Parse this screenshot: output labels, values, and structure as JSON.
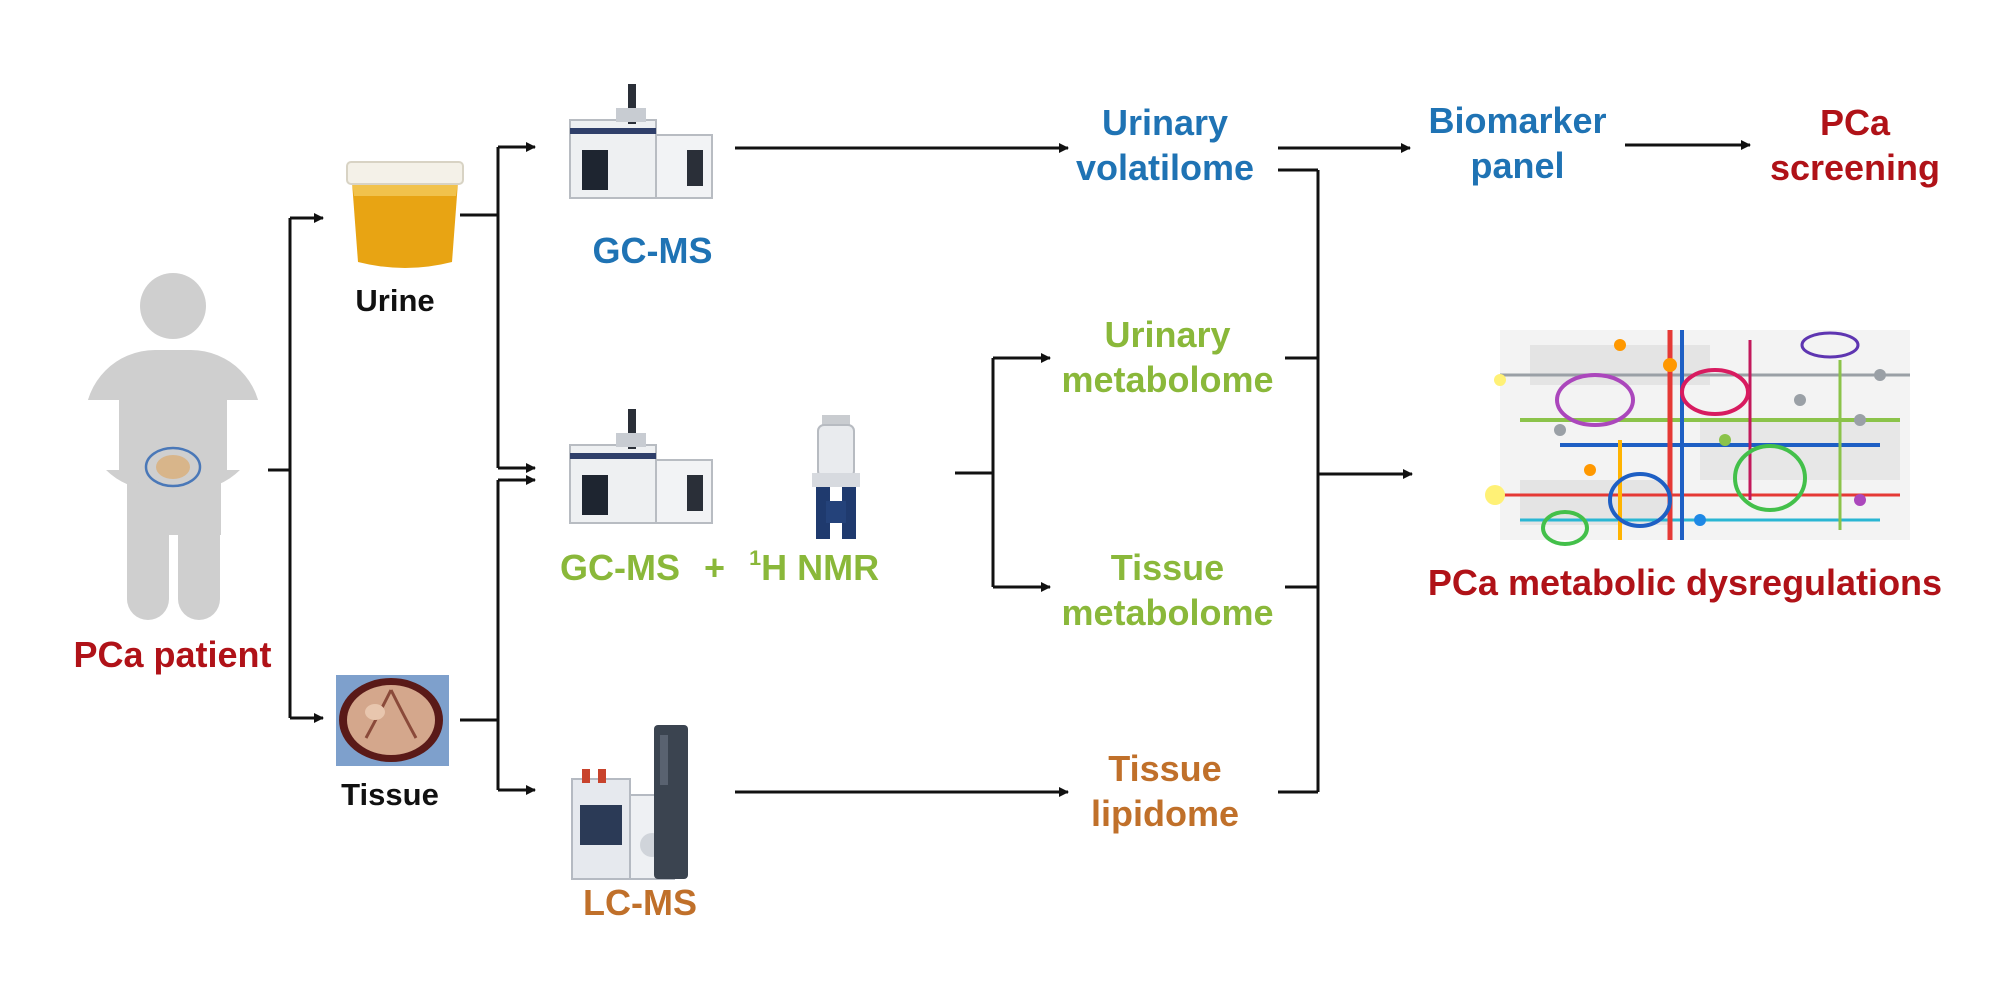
{
  "patient": {
    "label": "PCa patient"
  },
  "samples": {
    "urine": "Urine",
    "tissue": "Tissue"
  },
  "instruments": {
    "gcms_top": "GC-MS",
    "gcms_mid": "GC-MS",
    "plus": "+",
    "nmr_sup": "1",
    "nmr": "H NMR",
    "lcms": "LC-MS"
  },
  "outputs": {
    "urinary_volatilome": [
      "Urinary",
      "volatilome"
    ],
    "urinary_metabolome": [
      "Urinary",
      "metabolome"
    ],
    "tissue_metabolome": [
      "Tissue",
      "metabolome"
    ],
    "tissue_lipidome": [
      "Tissue",
      "lipidome"
    ]
  },
  "results": {
    "biomarker_panel": [
      "Biomarker",
      "panel"
    ],
    "pca_screening": [
      "PCa",
      "screening"
    ],
    "dysregulations": "PCa metabolic dysregulations"
  },
  "colors": {
    "red": "#b01218",
    "blue": "#1f73b4",
    "green": "#8ab83a",
    "orange": "#c0702a",
    "silhouette": "#cfcfcf"
  },
  "icons": {
    "person": "person-silhouette-icon",
    "urine": "urine-cup-icon",
    "tissue": "tissue-sample-icon",
    "gcms": "gc-ms-instrument-icon",
    "nmr": "nmr-spectrometer-icon",
    "lcms": "lc-ms-instrument-icon",
    "network": "metabolic-network-icon"
  }
}
